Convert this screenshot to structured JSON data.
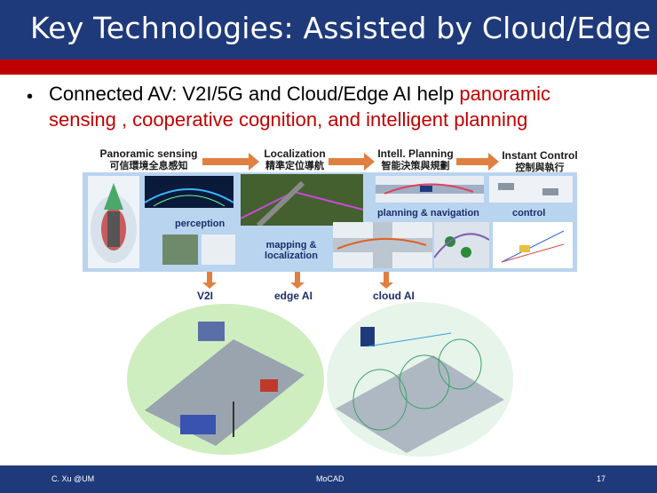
{
  "slide": {
    "title": "Key Technologies:  Assisted by Cloud/Edge",
    "bullet": {
      "lead": "Connected AV:  V2I/5G and Cloud/Edge AI help ",
      "highlight1": "panoramic",
      "line2": "sensing , cooperative cognition, and  intelligent planning"
    }
  },
  "pipeline": {
    "stages": [
      {
        "en": "Panoramic sensing",
        "zh": "可信環境全息感知"
      },
      {
        "en": "Localization",
        "zh": "精準定位導航"
      },
      {
        "en": "Intell. Planning",
        "zh": "智能決策與規劃"
      },
      {
        "en": "Instant Control",
        "zh": "控制與執行"
      }
    ],
    "panel_labels": {
      "perception": "perception",
      "mapping": "mapping &",
      "localization": "localization",
      "planning": "planning & navigation",
      "control": "control"
    }
  },
  "infra": {
    "labels": [
      "V2I",
      "edge AI",
      "cloud AI"
    ]
  },
  "footer": {
    "author": "C. Xu @UM",
    "center": "MoCAD",
    "page": "17"
  },
  "colors": {
    "title_bg": "#1f3a7a",
    "accent_red": "#c00000",
    "arrow_orange": "#e08040",
    "panel_blue": "#b9d4ef"
  }
}
